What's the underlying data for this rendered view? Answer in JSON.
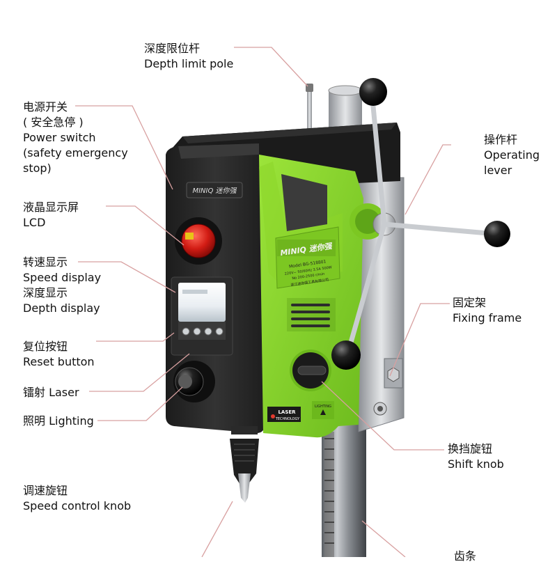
{
  "colors": {
    "leader_line": "#d8a0a0",
    "body_green": "#8fdb2e",
    "body_green_dark": "#6cb81c",
    "housing_black": "#262626",
    "metal": "#b9bcc0"
  },
  "labels": {
    "depth_limit_pole": {
      "zh": "深度限位杆",
      "en": "Depth limit pole"
    },
    "power_switch": {
      "zh": "电源开关",
      "zh_note": "( 安全急停 )",
      "en1": "Power switch",
      "en2": "(safety emergency",
      "en3": "stop)"
    },
    "lcd": {
      "zh": "液晶显示屏",
      "en": "LCD"
    },
    "speed_display": {
      "zh": "转速显示",
      "en": "Speed display",
      "zh2": "深度显示",
      "en2": "Depth display"
    },
    "reset_button": {
      "zh": "复位按钮",
      "en": "Reset button"
    },
    "laser": {
      "text": "镭射 Laser"
    },
    "lighting": {
      "text": "照明 Lighting"
    },
    "speed_control_knob": {
      "zh": "调速旋钮",
      "en": "Speed control knob"
    },
    "operating_lever": {
      "zh": "操作杆",
      "en1": "Operating",
      "en2": "lever"
    },
    "fixing_frame": {
      "zh": "固定架",
      "en": "Fixing frame"
    },
    "shift_knob": {
      "zh": "换挡旋钮",
      "en": "Shift knob"
    },
    "bottom_partial": {
      "zh": "齿条"
    }
  },
  "machine": {
    "brand_top": "MINIQ 迷你强",
    "brand_front": "MINIQ 迷你强",
    "model_line": "Model BG-518801",
    "spec_line1": "220V~ 50/60Hz  3.5A  500W",
    "spec_line2": "No 200-2500 r/min",
    "maker_line": "浙江迷你强工具有限公司",
    "laser_tag1": "LASER",
    "laser_tag2": "TECHNOLOGY",
    "lighting_tag": "LIGHTING"
  }
}
